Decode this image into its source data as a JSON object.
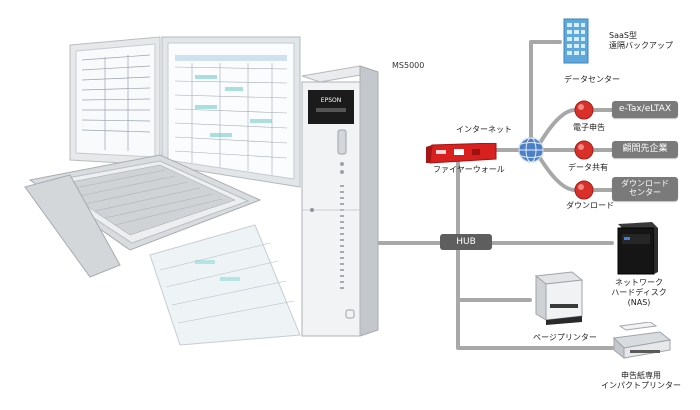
{
  "server": {
    "model": "MS5000",
    "brand": "EPSON"
  },
  "internet_label": "インターネット",
  "firewall_label": "ファイヤーウォール",
  "hub_label": "HUB",
  "cloud": {
    "datacenter": {
      "title_line1": "SaaS型",
      "title_line2": "遠隔バックアップ",
      "caption": "データセンター"
    },
    "services": [
      {
        "action": "電子申告",
        "target": "e-Tax/eLTAX",
        "target_line2": ""
      },
      {
        "action": "データ共有",
        "target": "顧問先企業",
        "target_line2": ""
      },
      {
        "action": "ダウンロード",
        "target": "ダウンロード",
        "target_line2": "センター"
      }
    ]
  },
  "devices": {
    "nas": {
      "line1": "ネットワーク",
      "line2": "ハードディスク",
      "line3": "(NAS)"
    },
    "page_printer": "ページプリンター",
    "impact_printer": {
      "line1": "申告紙専用",
      "line2": "インパクトプリンター"
    }
  },
  "colors": {
    "line": "#a8a8a8",
    "pill": "#7a7a7a",
    "hub": "#5e5e5e",
    "firewall": "#d8201f",
    "node": "#d9302a",
    "globe": "#3f6fb6"
  }
}
